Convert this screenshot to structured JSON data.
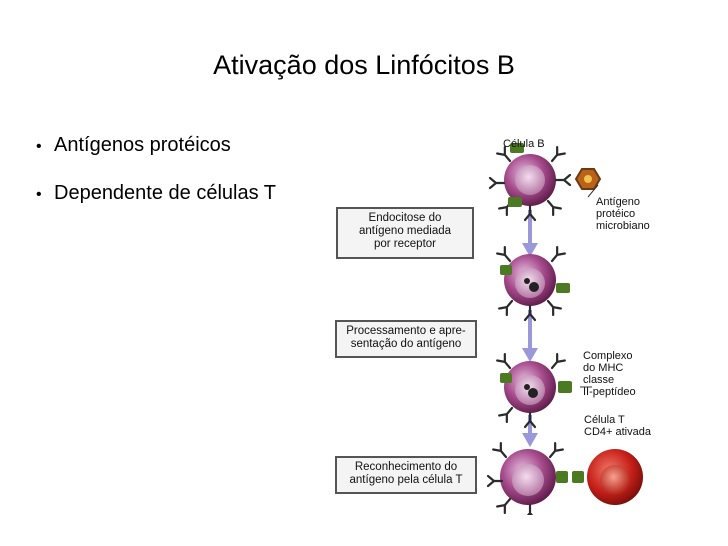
{
  "slide": {
    "title": "Ativação dos Linfócitos B",
    "bullets": [
      "Antígenos protéicos",
      "Dependente de células T"
    ]
  },
  "figure": {
    "steps": [
      {
        "lines": [
          "Endocitose do",
          "antígeno mediada",
          "por receptor"
        ]
      },
      {
        "lines": [
          "Processamento e apre-",
          "sentação do antígeno"
        ]
      },
      {
        "lines": [
          "Reconhecimento do",
          "antígeno pela célula T"
        ]
      }
    ],
    "labels": {
      "b_cell": "Célula B",
      "antigen": [
        "Antígeno",
        "protéico",
        "microbiano"
      ],
      "mhc": [
        "Complexo",
        "do MHC",
        "classe",
        "II-peptídeo"
      ],
      "t_cell": [
        "Célula T",
        "CD4+ ativada"
      ]
    },
    "colors": {
      "b_cell": "#8b2e6e",
      "t_cell": "#c8201a",
      "receptor": "#5a7d2a",
      "arrow": "#9a98d8"
    }
  }
}
